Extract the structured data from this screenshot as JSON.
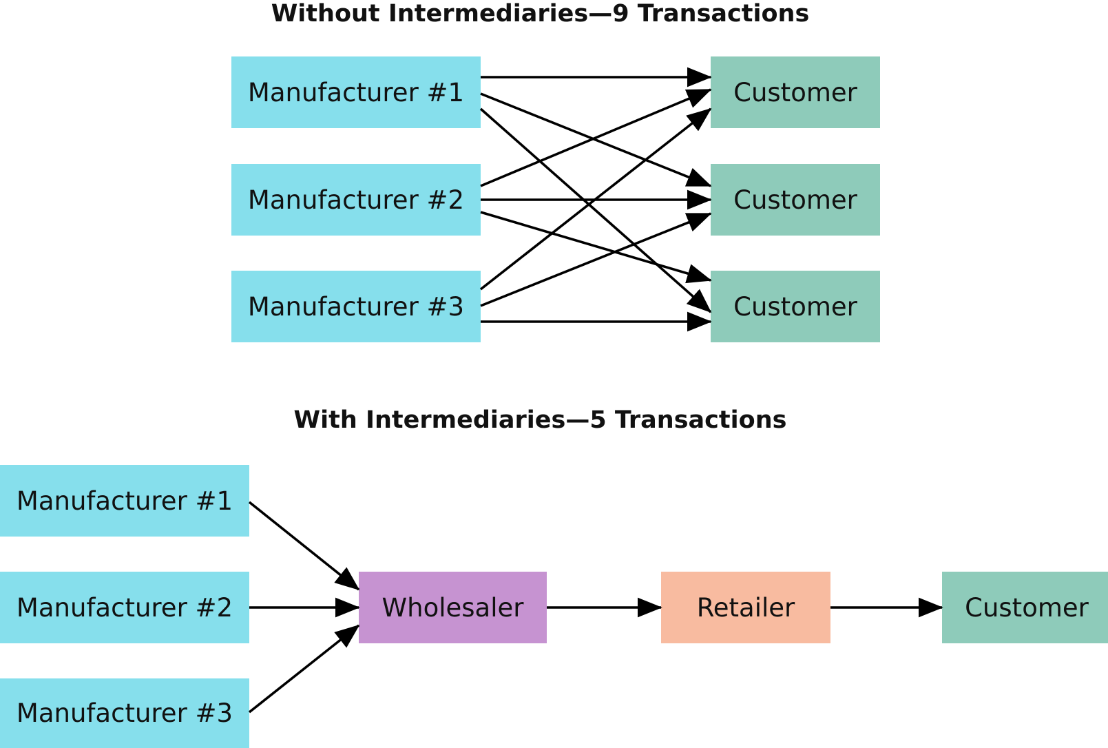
{
  "top_diagram": {
    "title": "Without Intermediaries—9 Transactions",
    "manufacturers": [
      "Manufacturer #1",
      "Manufacturer #2",
      "Manufacturer #3"
    ],
    "customers": [
      "Customer",
      "Customer",
      "Customer"
    ]
  },
  "bottom_diagram": {
    "title": "With Intermediaries—5 Transactions",
    "manufacturers": [
      "Manufacturer #1",
      "Manufacturer #2",
      "Manufacturer #3"
    ],
    "wholesaler": "Wholesaler",
    "retailer": "Retailer",
    "customer": "Customer"
  },
  "colors": {
    "manufacturer": "#86dfec",
    "customer": "#8ecbba",
    "wholesaler": "#c693d1",
    "retailer": "#f8bba0",
    "arrow": "#000000"
  }
}
